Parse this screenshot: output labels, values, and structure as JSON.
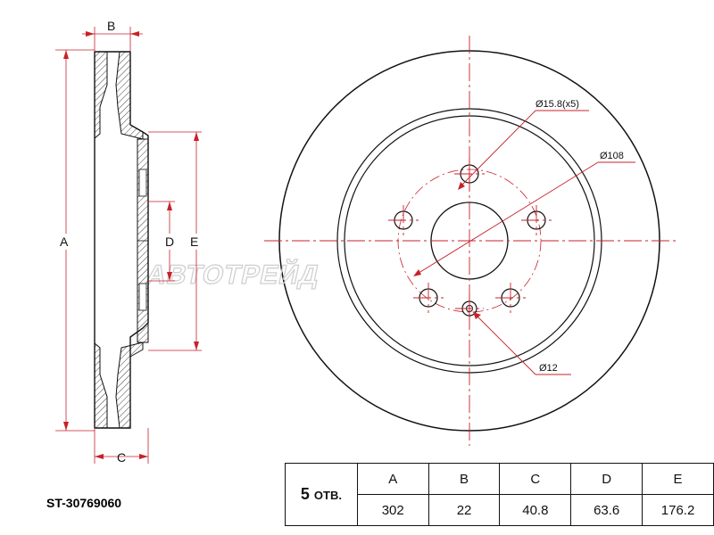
{
  "part_number": "ST-30769060",
  "watermark": "АВТОТРЕЙД",
  "drawing_labels": {
    "A": "A",
    "B": "B",
    "C": "C",
    "D": "D",
    "E": "E",
    "stud_holes": "Ø15.8(x5)",
    "pcd": "Ø108",
    "small_hole": "Ø12"
  },
  "table": {
    "holes_count": "5",
    "holes_unit": "ОТВ.",
    "headers": [
      "A",
      "B",
      "C",
      "D",
      "E"
    ],
    "values": [
      "302",
      "22",
      "40.8",
      "63.6",
      "176.2"
    ]
  },
  "colors": {
    "line": "#111111",
    "dimension": "#c8202a",
    "watermark": "#d0d0d0"
  }
}
